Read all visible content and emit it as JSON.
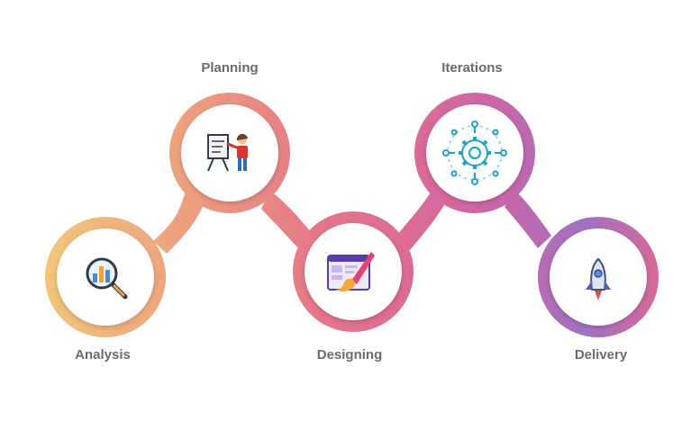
{
  "steps": [
    {
      "label": "Analysis",
      "icon": "magnifier-chart-icon"
    },
    {
      "label": "Planning",
      "icon": "presenter-board-icon"
    },
    {
      "label": "Designing",
      "icon": "design-window-brush-icon"
    },
    {
      "label": "Iterations",
      "icon": "gear-network-icon"
    },
    {
      "label": "Delivery",
      "icon": "rocket-icon"
    }
  ],
  "colors": {
    "gradient_start": "#f0c27a",
    "gradient_mid1": "#eb9a80",
    "gradient_mid2": "#e2708f",
    "gradient_mid3": "#c665a8",
    "gradient_end": "#8f74c9",
    "label": "#6b6b6b"
  }
}
